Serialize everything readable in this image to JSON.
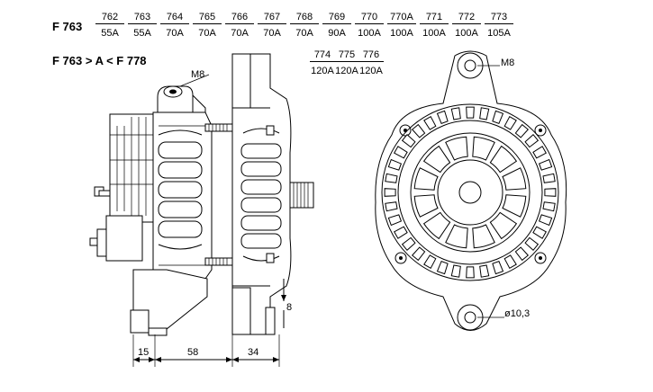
{
  "header": {
    "model_label": "F 763",
    "range_label": "F 763 > A < F 778"
  },
  "variants_row1": [
    {
      "code": "762",
      "amps": "55A"
    },
    {
      "code": "763",
      "amps": "55A"
    },
    {
      "code": "764",
      "amps": "70A"
    },
    {
      "code": "765",
      "amps": "70A"
    },
    {
      "code": "766",
      "amps": "70A"
    },
    {
      "code": "767",
      "amps": "70A"
    },
    {
      "code": "768",
      "amps": "70A"
    },
    {
      "code": "769",
      "amps": "90A"
    },
    {
      "code": "770",
      "amps": "100A"
    },
    {
      "code": "770A",
      "amps": "100A"
    },
    {
      "code": "771",
      "amps": "100A"
    },
    {
      "code": "772",
      "amps": "100A"
    },
    {
      "code": "773",
      "amps": "105A"
    }
  ],
  "variants_row2": [
    {
      "code": "774",
      "amps": "120A"
    },
    {
      "code": "775",
      "amps": "120A"
    },
    {
      "code": "776",
      "amps": "120A"
    }
  ],
  "annotations": {
    "thread_side": "M8",
    "thread_front": "M8",
    "hole_diameter": "ø10,3",
    "offset": "8"
  },
  "dimensions": {
    "d1": "15",
    "d2": "58",
    "d3": "34"
  }
}
